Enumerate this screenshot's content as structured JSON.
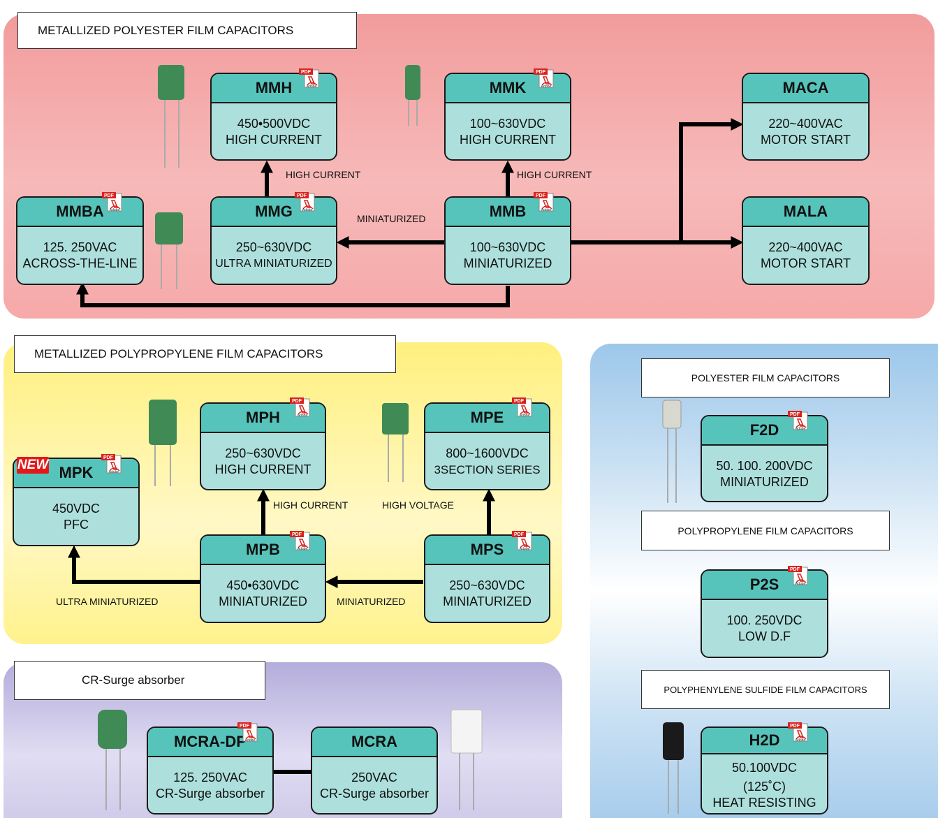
{
  "sections": {
    "polyester": "METALLIZED POLYESTER FILM CAPACITORS",
    "polypropylene": "METALLIZED POLYPROPYLENE FILM CAPACITORS",
    "surge": "CR-Surge absorber",
    "film_polyester": "POLYESTER FILM CAPACITORS",
    "film_polypropylene": "POLYPROPYLENE FILM CAPACITORS",
    "film_pps": "POLYPHENYLENE SULFIDE FILM CAPACITORS"
  },
  "products": {
    "mmh": {
      "name": "MMH",
      "line1": "450•500VDC",
      "line2": "HIGH CURRENT"
    },
    "mmk": {
      "name": "MMK",
      "line1": "100~630VDC",
      "line2": "HIGH CURRENT"
    },
    "maca": {
      "name": "MACA",
      "line1": "220~400VAC",
      "line2": "MOTOR START"
    },
    "mmba": {
      "name": "MMBA",
      "line1": "125. 250VAC",
      "line2": "ACROSS-THE-LINE"
    },
    "mmg": {
      "name": "MMG",
      "line1": "250~630VDC",
      "line2": "ULTRA MINIATURIZED"
    },
    "mmb": {
      "name": "MMB",
      "line1": "100~630VDC",
      "line2": "MINIATURIZED"
    },
    "mala": {
      "name": "MALA",
      "line1": "220~400VAC",
      "line2": "MOTOR START"
    },
    "mph": {
      "name": "MPH",
      "line1": "250~630VDC",
      "line2": "HIGH CURRENT"
    },
    "mpe": {
      "name": "MPE",
      "line1": "800~1600VDC",
      "line2": "3SECTION SERIES"
    },
    "mpk": {
      "name": "MPK",
      "line1": "450VDC",
      "line2": "PFC"
    },
    "mpb": {
      "name": "MPB",
      "line1": "450•630VDC",
      "line2": "MINIATURIZED"
    },
    "mps": {
      "name": "MPS",
      "line1": "250~630VDC",
      "line2": "MINIATURIZED"
    },
    "mcradp": {
      "name": "MCRA-DP",
      "line1": "125. 250VAC",
      "line2": "CR-Surge absorber"
    },
    "mcra": {
      "name": "MCRA",
      "line1": "250VAC",
      "line2": "CR-Surge absorber"
    },
    "f2d": {
      "name": "F2D",
      "line1": "50. 100. 200VDC",
      "line2": "MINIATURIZED"
    },
    "p2s": {
      "name": "P2S",
      "line1": "100. 250VDC",
      "line2": "LOW D.F"
    },
    "h2d": {
      "name": "H2D",
      "line1": "50.100VDC",
      "line2": "(125˚C)",
      "line3": "HEAT RESISTING"
    }
  },
  "labels": {
    "hc1": "HIGH CURRENT",
    "hc2": "HIGH CURRENT",
    "mini1": "MINIATURIZED",
    "hc3": "HIGH CURRENT",
    "hv": "HIGH VOLTAGE",
    "ultra": "ULTRA MINIATURIZED",
    "mini2": "MINIATURIZED"
  },
  "badges": {
    "pdf": "PDF",
    "adobe": "Adobe",
    "new": "NEW"
  },
  "icons": {
    "pdf": "pdf-adobe-icon",
    "capacitor": "capacitor-photo-icon"
  },
  "colors": {
    "box_body": "#ade0dc",
    "box_head": "#56c4bb",
    "red_panel": "#f29c9c",
    "yellow_panel": "#fff07e",
    "purple_panel": "#b3addb",
    "blue_panel": "#9dc7ea",
    "new_badge": "#e31919"
  }
}
